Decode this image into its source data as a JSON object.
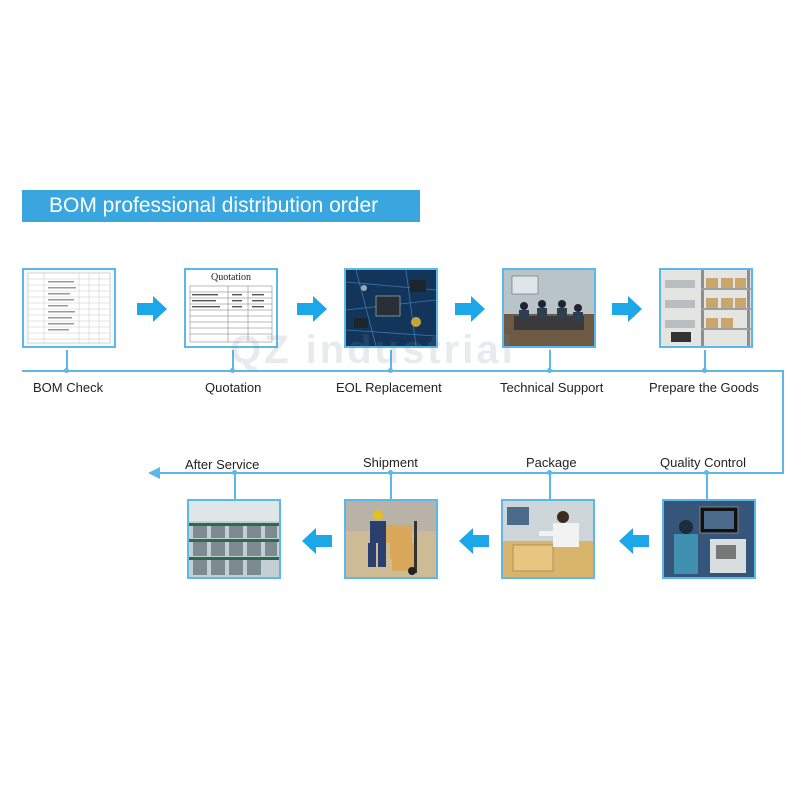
{
  "banner": {
    "title": "BOM professional distribution order"
  },
  "watermark": "QZ industrial",
  "quotation_doc_title": "Quotation",
  "colors": {
    "accent": "#3aa6df",
    "line": "#5bb8e8"
  },
  "steps_row1": [
    {
      "label": "BOM Check",
      "image": "spreadsheet-document"
    },
    {
      "label": "Quotation",
      "image": "quotation-document"
    },
    {
      "label": "EOL Replacement",
      "image": "circuit-board"
    },
    {
      "label": "Technical Support",
      "image": "meeting-room"
    },
    {
      "label": "Prepare the Goods",
      "image": "warehouse-shelves"
    }
  ],
  "steps_row2": [
    {
      "label": "After Service",
      "image": "office-cubicles"
    },
    {
      "label": "Shipment",
      "image": "worker-hand-truck"
    },
    {
      "label": "Package",
      "image": "packing-boxes"
    },
    {
      "label": "Quality Control",
      "image": "inspection-machine"
    }
  ]
}
